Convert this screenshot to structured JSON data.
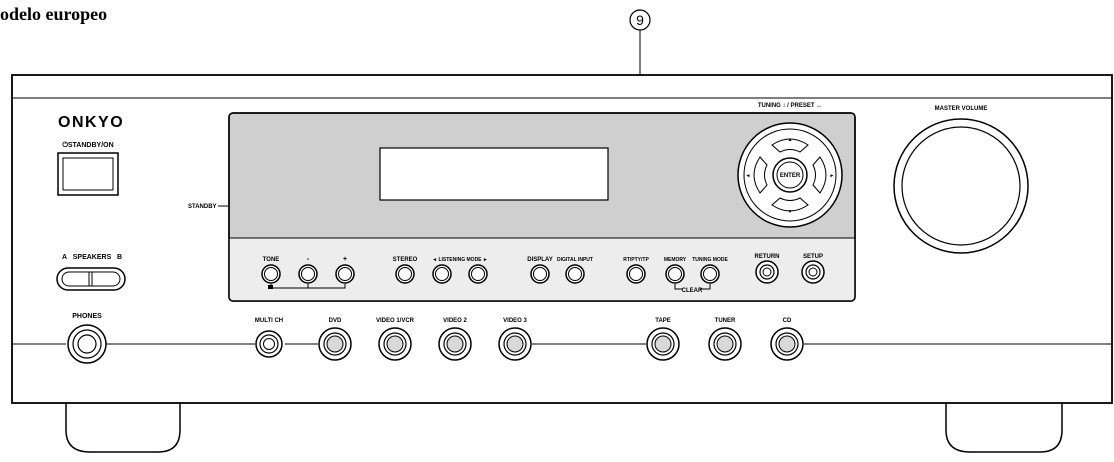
{
  "heading": "odelo europeo",
  "callout": "9",
  "brand": "ONKYO",
  "labels": {
    "standby_on": "⏻STANDBY/ON",
    "standby": "STANDBY",
    "speakers_a": "A",
    "speakers": "SPEAKERS",
    "speakers_b": "B",
    "phones": "PHONES",
    "tuning_preset": "TUNING ↕ / PRESET ↔",
    "master_volume": "MASTER VOLUME",
    "enter": "ENTER",
    "tone": "TONE",
    "minus": "-",
    "plus": "+",
    "stereo": "STEREO",
    "listening_mode": "◄ LISTENING MODE ►",
    "display": "DISPLAY",
    "digital_input": "DIGITAL INPUT",
    "rt_pty_tp": "RT/PTY/TP",
    "memory": "MEMORY",
    "tuning_mode": "TUNING MODE",
    "clear": "CLEAR",
    "return": "RETURN",
    "setup": "SETUP"
  },
  "inputs": [
    "MULTI CH",
    "DVD",
    "VIDEO 1/VCR",
    "VIDEO 2",
    "VIDEO 3",
    "TAPE",
    "TUNER",
    "CD"
  ],
  "arrows": {
    "up": "▲",
    "down": "▼",
    "left": "◄",
    "right": "►"
  }
}
